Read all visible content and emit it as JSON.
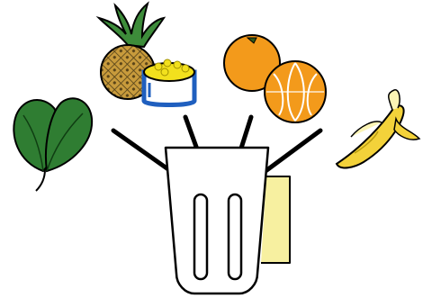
{
  "scene": {
    "items": [
      {
        "name": "spinach",
        "icon": "spinach-leaves-icon"
      },
      {
        "name": "pineapple",
        "icon": "pineapple-icon"
      },
      {
        "name": "pineapple-chunks-bowl",
        "icon": "bowl-of-pineapple-chunks-icon"
      },
      {
        "name": "orange",
        "icon": "orange-icon"
      },
      {
        "name": "peeled-orange",
        "icon": "peeled-orange-icon"
      },
      {
        "name": "banana",
        "icon": "peeled-banana-icon"
      }
    ],
    "target": {
      "name": "blender-jar",
      "icon": "blender-jar-icon"
    },
    "arrow_count": 4,
    "colors": {
      "outline": "#000000",
      "spinach": "#2f7d32",
      "pineapple_body": "#c89b3c",
      "pineapple_leaves": "#3d8c3a",
      "bowl": "#1f5fbf",
      "pineapple_chunks": "#f2e01d",
      "orange": "#f39a1b",
      "banana": "#f3d23a",
      "blender_handle": "#f7f0a0"
    }
  }
}
